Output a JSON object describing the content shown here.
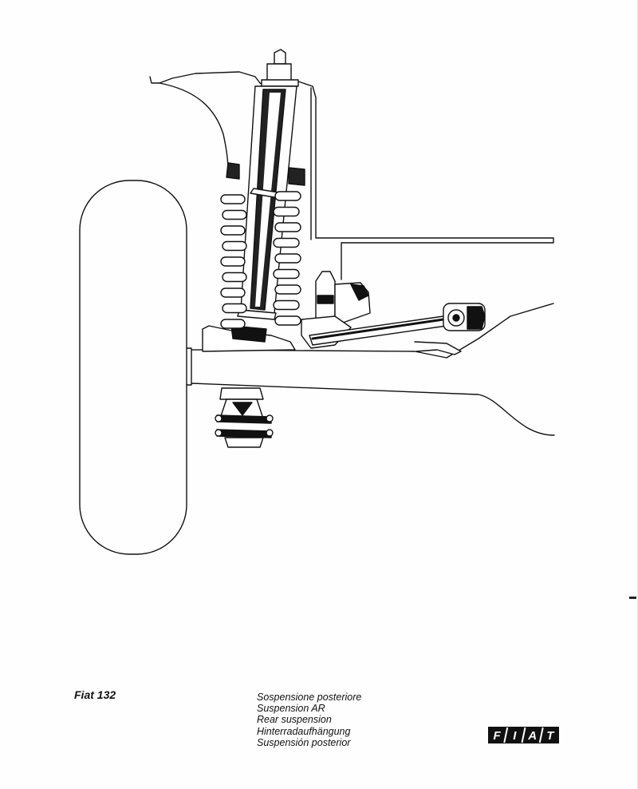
{
  "model": "Fiat 132",
  "captions": [
    "Sospensione posteriore",
    "Suspension AR",
    "Rear suspension",
    "Hinterradaufhängung",
    "Suspensión posterior"
  ],
  "logo": {
    "text": "FIAT",
    "color": "#111111"
  },
  "colors": {
    "ink": "#111111",
    "paper": "#fefefe"
  }
}
